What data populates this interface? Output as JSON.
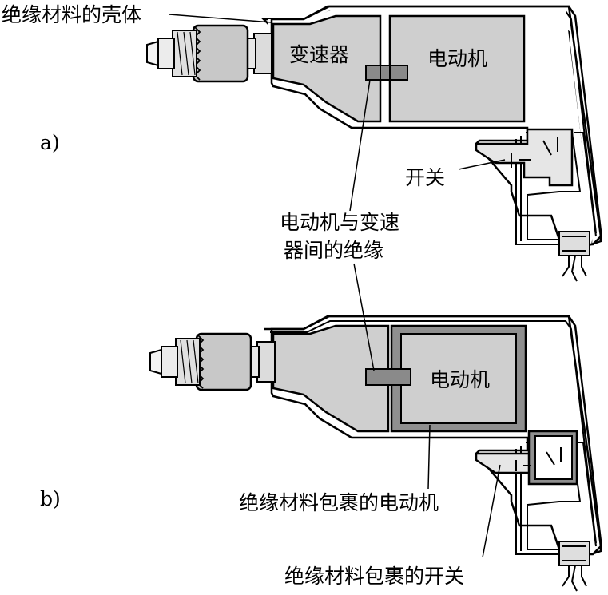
{
  "figure_a": {
    "caption": "a)",
    "label_shell": "绝缘材料的壳体",
    "label_gearbox": "变速器",
    "label_motor": "电动机",
    "label_switch": "开关",
    "label_insulation_line1": "电动机与变速",
    "label_insulation_line2": "器间的绝缘"
  },
  "figure_b": {
    "caption": "b)",
    "label_motor": "电动机",
    "label_wrapped_motor": "绝缘材料包裹的电动机",
    "label_wrapped_switch": "绝缘材料包裹的开关"
  }
}
